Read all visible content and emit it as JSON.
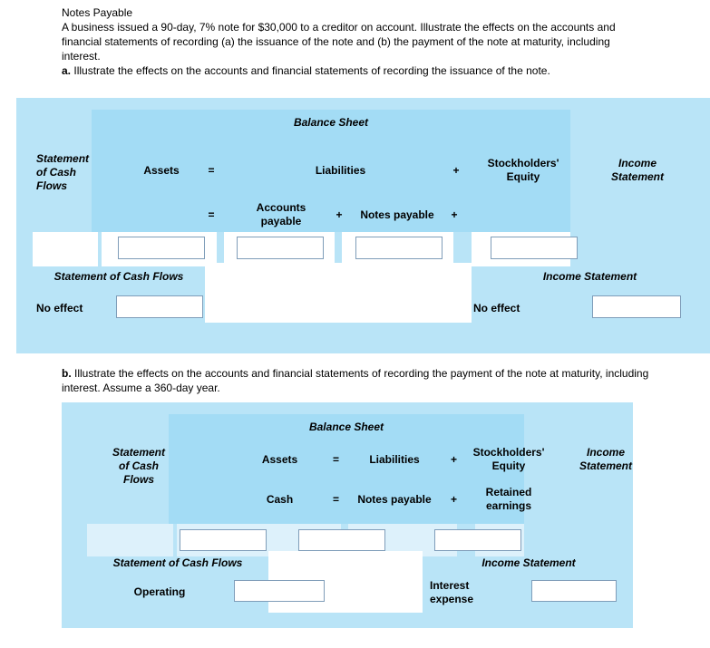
{
  "intro": {
    "title": "Notes Payable",
    "paragraph": "A business issued a 90-day, 7% note for $30,000 to a creditor on account. Illustrate the effects on the accounts and financial statements of recording (a) the issuance of the note and (b) the payment of the note at maturity, including interest.",
    "part_a_label": "a.",
    "part_a_text": "Illustrate the effects on the accounts and financial statements of recording the issuance of the note.",
    "part_b_label": "b.",
    "part_b_text": "Illustrate the effects on the accounts and financial statements of recording the payment of the note at maturity, including interest. Assume a 360-day year."
  },
  "panel_a": {
    "balance_sheet": "Balance Sheet",
    "statement_of_cash_flows_header": "Statement\nof Cash\nFlows",
    "statement_of_cash_flows_line1": "Statement",
    "statement_of_cash_flows_line2": "of Cash",
    "statement_of_cash_flows_line3": "Flows",
    "assets": "Assets",
    "equals1": "=",
    "liabilities": "Liabilities",
    "plus1": "+",
    "stockholders_equity_line1": "Stockholders'",
    "stockholders_equity_line2": "Equity",
    "income_statement_line1": "Income",
    "income_statement_line2": "Statement",
    "equals2": "=",
    "accounts_payable_line1": "Accounts",
    "accounts_payable_line2": "payable",
    "plus2": "+",
    "notes_payable": "Notes payable",
    "plus3": "+",
    "footer_scf": "Statement of Cash Flows",
    "footer_is": "Income Statement",
    "no_effect_left": "No effect",
    "no_effect_right": "No effect",
    "inputs": {
      "assets_value": "",
      "accounts_payable_value": "",
      "notes_payable_value": "",
      "equity_value": "",
      "scf_value": "",
      "is_value": ""
    }
  },
  "panel_b": {
    "balance_sheet": "Balance Sheet",
    "statement_of_cash_flows_line1": "Statement",
    "statement_of_cash_flows_line2": "of Cash",
    "statement_of_cash_flows_line3": "Flows",
    "assets": "Assets",
    "equals1": "=",
    "liabilities": "Liabilities",
    "plus1": "+",
    "stockholders_equity_line1": "Stockholders'",
    "stockholders_equity_line2": "Equity",
    "income_statement_line1": "Income",
    "income_statement_line2": "Statement",
    "cash": "Cash",
    "equals2": "=",
    "notes_payable": "Notes payable",
    "plus2": "+",
    "retained_earnings_line1": "Retained",
    "retained_earnings_line2": "earnings",
    "footer_scf": "Statement of Cash Flows",
    "footer_is": "Income Statement",
    "operating": "Operating",
    "interest_expense_line1": "Interest",
    "interest_expense_line2": "expense",
    "inputs": {
      "cash_value": "",
      "notes_payable_value": "",
      "retained_earnings_value": "",
      "scf_value": "",
      "is_value": ""
    }
  }
}
